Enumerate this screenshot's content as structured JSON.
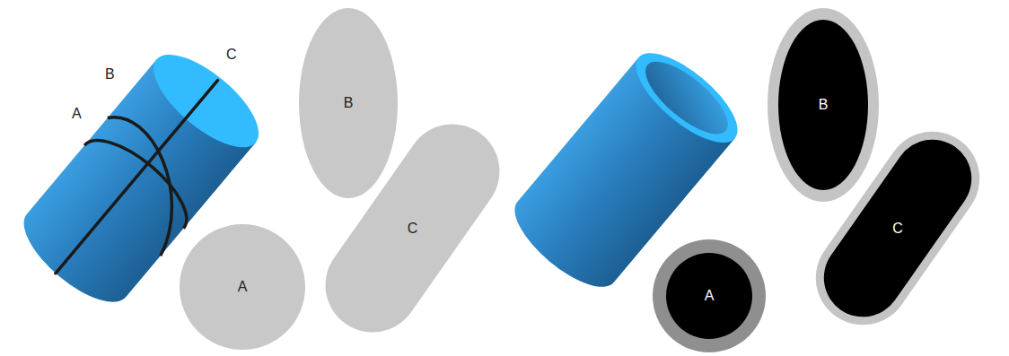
{
  "diagram": {
    "nodes": [
      {
        "text": [
          "A"
        ]
      },
      {
        "text": [
          "B"
        ]
      },
      {
        "text": [
          "C"
        ]
      },
      {
        "text": [
          "A"
        ]
      },
      {
        "text": [
          "B"
        ]
      },
      {
        "text": [
          "C"
        ]
      }
    ],
    "labels": [
      "A",
      "B",
      "C"
    ]
  }
}
